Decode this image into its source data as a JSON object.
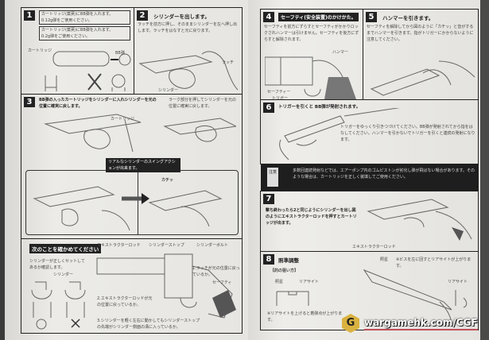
{
  "left_page": {
    "s1": {
      "num": "1",
      "line1": "カートリッジ(薬莢)にBB弾を入れます。",
      "line2": "0.12g弾をご使用ください。",
      "line3": "カートリッジ(薬莢)にBB弾を入れます。",
      "line4": "0.2g弾をご使用ください。",
      "label_cartridge": "カートリッジ",
      "label_bb": "BB弾"
    },
    "s2": {
      "num": "2",
      "title": "シリンダーを出します。",
      "text": "ラッチを前方に押し、そのままシリンダーを左へ押し出します。ラッチをはなすと元に戻ります。",
      "label_latch": "ラッチ",
      "label_cylinder": "シリンダー"
    },
    "s3": {
      "num": "3",
      "title": "BB弾の入ったカートリッジをシリンダーに入れシリンダーを元の位置に確実に戻します。",
      "note": "ラーク部分を押してシリンダーを元の位置に確実に戻します。",
      "label_cartridge": "カートリッジ",
      "callout": "リアルなシリンダーのスイングアクションが出来ます。",
      "sound": "カチッ"
    },
    "check": {
      "title": "次のことを確かめてください",
      "text": "シリンダーが正しくセットしてあるか確認します。",
      "label_cylinder": "シリンダー",
      "label_extractor": "エキストラクターロッド",
      "label_stop": "シリンダーストップ",
      "label_bolt": "シリンダーボルト",
      "n1": "1.ラッチが元の位置に戻っているか。",
      "n2": "2.エキストラクターロッドが元の位置に戻っているか。",
      "n3": "3.シリンダーを軽く左右に動かしてもシリンダーストップの先端がシリンダー側面の溝に入っているか。",
      "safety": "セーフティ"
    }
  },
  "right_page": {
    "s4": {
      "num": "4",
      "title": "セーフティ(安全装置)のかけかた。",
      "text": "セーフティを前方にずらすとセーフティがかかりロックされハンマーは引けません。セーフティを後方にずらすと解除されます。",
      "label_hammer": "ハンマー",
      "label_safety": "セーフティー",
      "label_trigger": "トリガー"
    },
    "s5": {
      "num": "5",
      "title": "ハンマーを引きます。",
      "text": "セーフティを解除してから図のように「カチッ」と音がするまでハンマーを引きます。指がトリガーにかからないように注意してください。"
    },
    "s6": {
      "num": "6",
      "title": "トリガーを引くと BB弾が発射されます。",
      "text": "トリガーをゆっくり引きつづけてください。BB弾が発射されてから指をはなしてください。ハンマーを引かないでトリガーを引くと連続の発射になります。"
    },
    "warning": {
      "badge": "注意",
      "text": "多数回連続発射などでは、エアーポンプ内のゴムピストンが劣化し弾が飛ばない場合があります。そのような場合は、カートリッジを正しく装填してご使用ください。"
    },
    "s7": {
      "num": "7",
      "title": "撃ち終わったら2と同じようにシリンダーを出し図のようにエキストラクターロッドを押すとカートリッジが出ます。",
      "label_extractor": "エキストラクターロッド"
    },
    "s8": {
      "num": "8",
      "title": "照準調整",
      "sub": "【的の狙い方】",
      "label_front": "照星",
      "label_rear": "リアサイト",
      "note": "※ビスを左に回すとリアサイトが上がります。",
      "note2": "※リアサイトを上げると着弾点が上がります。"
    }
  },
  "watermark": {
    "logo": "G",
    "text": "wargamehk.com/CGF"
  }
}
